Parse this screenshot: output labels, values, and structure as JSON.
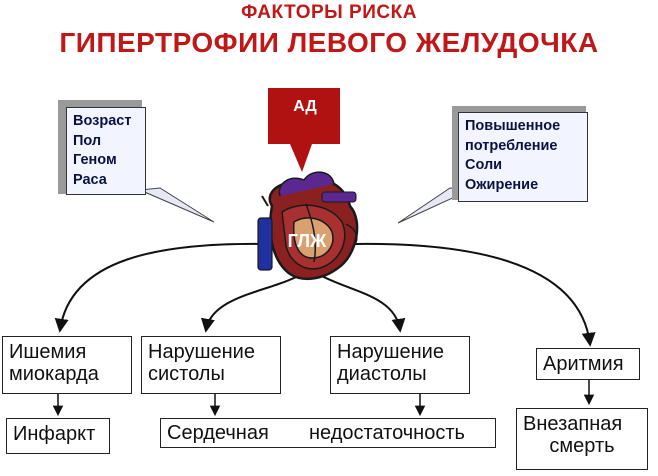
{
  "title": {
    "line1": "ФАКТОРЫ РИСКА",
    "line2": "ГИПЕРТРОФИИ ЛЕВОГО ЖЕЛУДОЧКА"
  },
  "left_factors": [
    "Возраст",
    "Пол",
    "Геном",
    "Раса"
  ],
  "right_factors": [
    "Повышенное",
    "потребление",
    "Соли",
    "Ожирение"
  ],
  "ad_label": "АД",
  "center_label": "ГЛЖ",
  "consequences": {
    "ischemia": [
      "Ишемия",
      "миокарда"
    ],
    "systole": [
      "Нарушение",
      "систолы"
    ],
    "diastole": [
      "Нарушение",
      "диастолы"
    ],
    "arrhythmia": "Аритмия"
  },
  "outcomes": {
    "infarct": "Инфаркт",
    "heart_failure_1": "Сердечная",
    "heart_failure_2": "недостаточность",
    "sudden_death": [
      "Внезапная",
      "смерть"
    ]
  },
  "colors": {
    "title": "#c01818",
    "ad_box": "#b01212",
    "heart_outline": "#1a1a1a",
    "heart_fill": "#8b2020",
    "vessel_blue": "#2030a0",
    "vessel_purple": "#5a2890",
    "callout_bg": "#f2f4ff"
  }
}
